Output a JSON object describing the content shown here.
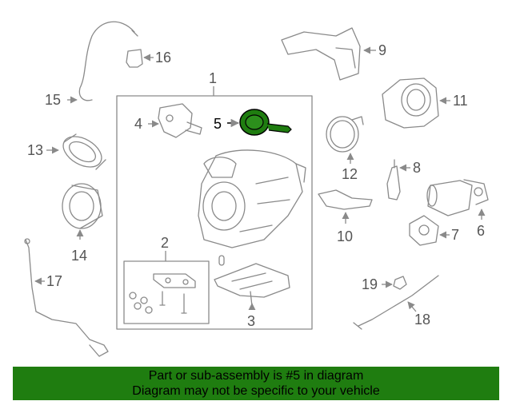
{
  "diagram": {
    "callouts": [
      "1",
      "2",
      "3",
      "4",
      "5",
      "6",
      "7",
      "8",
      "9",
      "10",
      "11",
      "12",
      "13",
      "14",
      "15",
      "16",
      "17",
      "18",
      "19"
    ],
    "highlighted": "5",
    "highlight_color": "#1f7d10"
  },
  "banner": {
    "line1": "Part or sub-assembly is #5 in diagram",
    "line2": "Diagram may not be specific to your vehicle",
    "bg_color": "#1f7d10"
  }
}
